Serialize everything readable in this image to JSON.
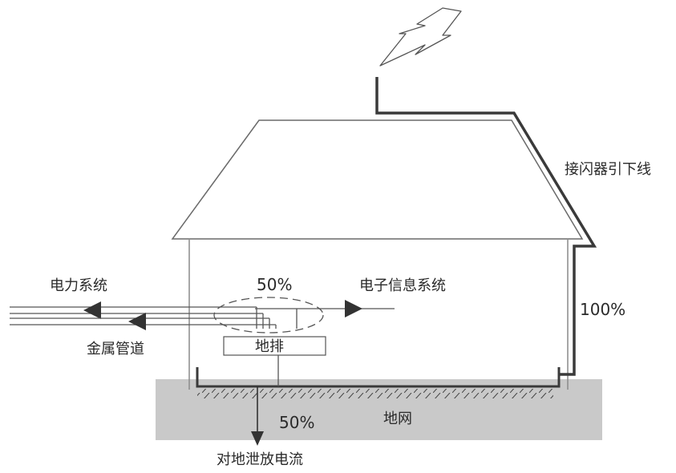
{
  "labels": {
    "down_conductor": "接闪器引下线",
    "power_system": "电力系统",
    "electronic_system": "电子信息系统",
    "metal_pipe": "金属管道",
    "ground_bar": "地排",
    "ground_grid": "地网",
    "discharge": "对地泄放电流"
  },
  "percentages": {
    "down_conductor": "100%",
    "internal": "50%",
    "ground": "50%"
  },
  "icons": [
    "lightning-bolt-icon"
  ],
  "colors": {
    "ground": "#c9c9c9",
    "line": "#555555",
    "roof_fill": "#ffffff",
    "conductor": "#3a3a3a"
  }
}
